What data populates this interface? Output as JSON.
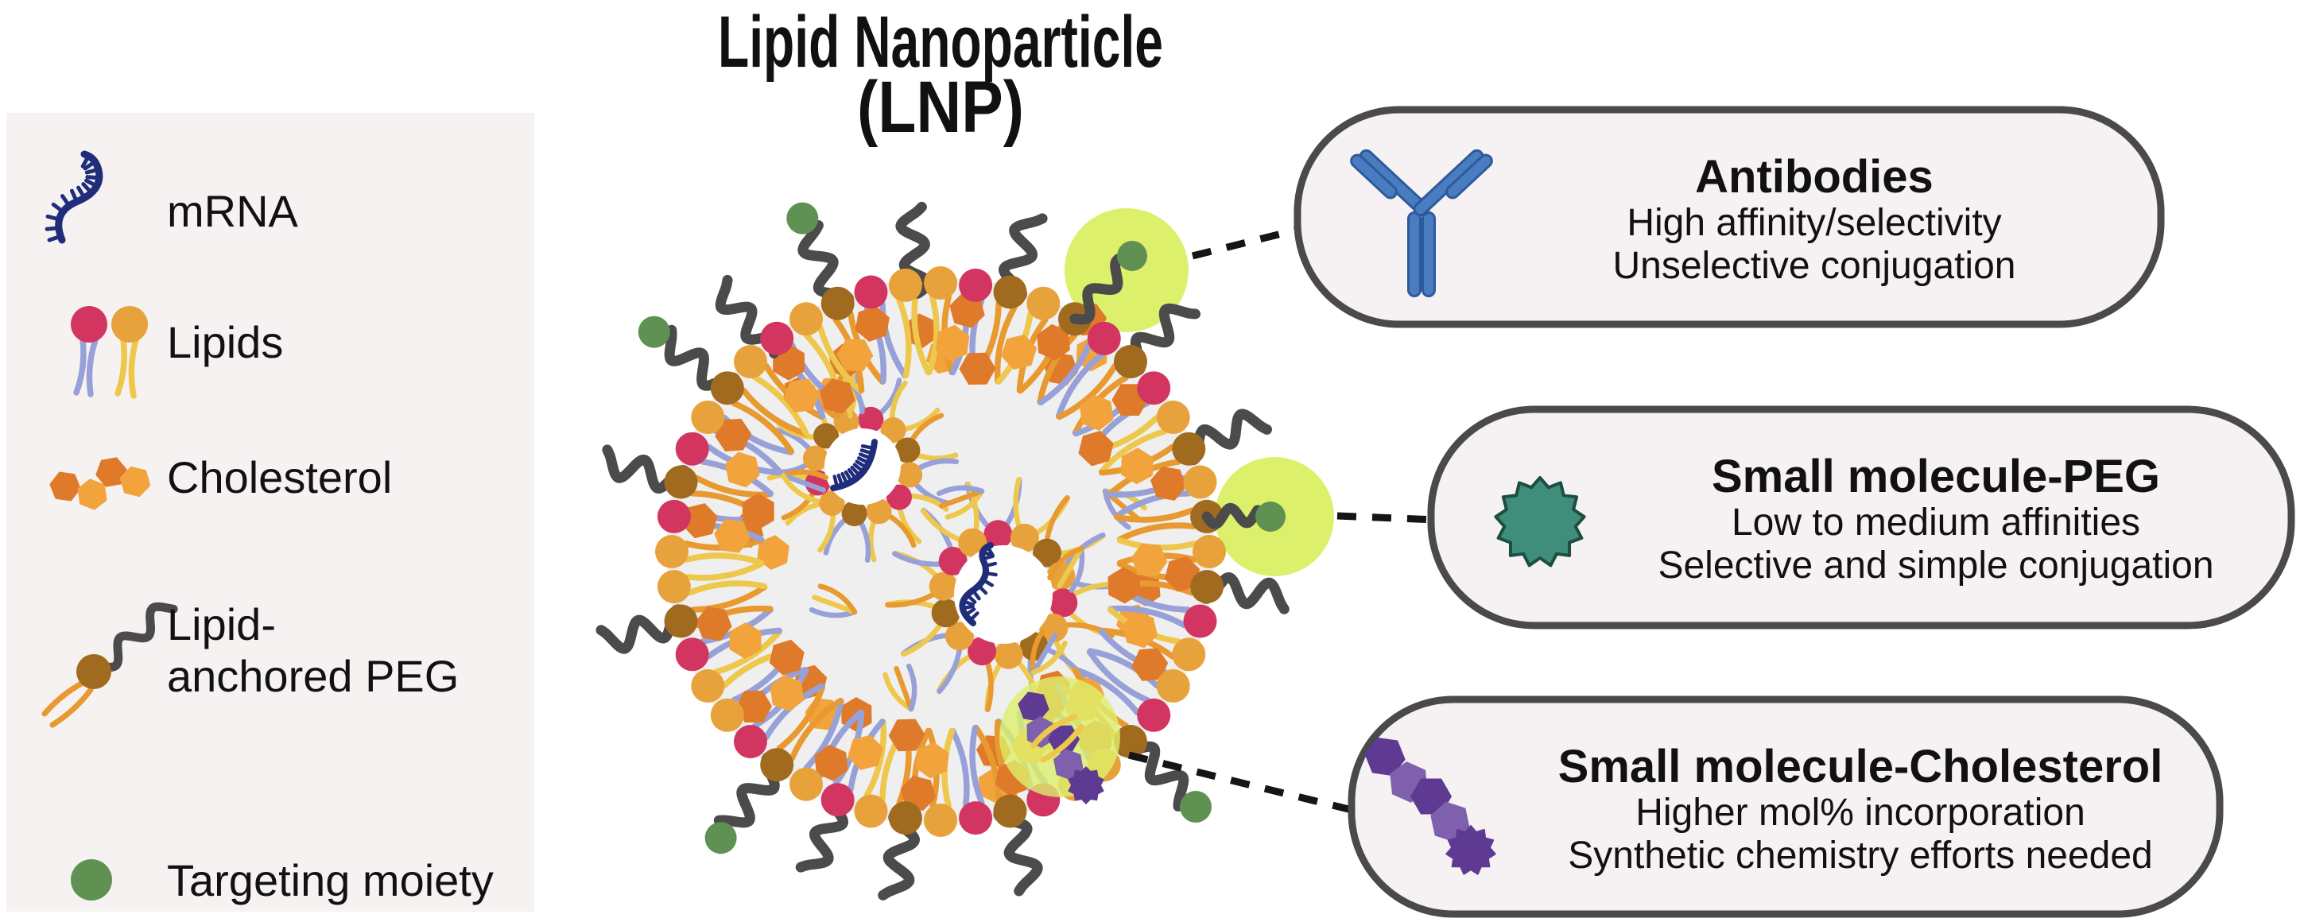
{
  "title": {
    "line1": "Lipid Nanoparticle",
    "line2": "(LNP)"
  },
  "legend": {
    "items": [
      {
        "label": "mRNA",
        "icon": "mrna-icon"
      },
      {
        "label": "Lipids",
        "icon": "lipids-icon"
      },
      {
        "label": "Cholesterol",
        "icon": "cholesterol-icon"
      },
      {
        "label_line1": "Lipid-",
        "label_line2": "anchored PEG",
        "icon": "lipid-anchored-peg-icon"
      },
      {
        "label": "Targeting moiety",
        "icon": "targeting-moiety-icon"
      }
    ]
  },
  "callouts": [
    {
      "title": "Antibodies",
      "line1": "High affinity/selectivity",
      "line2": "Unselective conjugation",
      "icon": "antibody-icon"
    },
    {
      "title": "Small molecule-PEG",
      "line1": "Low to medium affinities",
      "line2": "Selective and simple conjugation",
      "icon": "teal-starburst-icon"
    },
    {
      "title": "Small molecule-Cholesterol",
      "line1": "Higher mol% incorporation",
      "line2": "Synthetic chemistry efforts needed",
      "icon": "purple-hexachain-icon"
    }
  ],
  "colors": {
    "background": "#ffffff",
    "legendBg": "#f7f2f2",
    "core": "#efefef",
    "headOrange": "#e8a23b",
    "headBrown": "#a16b1f",
    "headCrimson": "#d23660",
    "tailPeriwinkle": "#97a1d8",
    "tailYellow": "#eec84d",
    "tailOrange": "#e8992f",
    "cholDark": "#e07a2b",
    "cholLight": "#f2a33c",
    "peg": "#4b4b4b",
    "moietyGreen": "#5f9152",
    "mrnaNavy": "#1f2d7a",
    "highlight": "#ddf06b",
    "boxFill": "#f6f1f2",
    "boxStroke": "#4a4a4a",
    "dash": "#151515",
    "antibodyBlue": "#4a7cc0",
    "antibodyDark": "#2d5a9c",
    "tealStar": "#3e8e7b",
    "tealStarDark": "#1c4f41",
    "purpleDark": "#5e3a92",
    "purpleMid": "#7f60ad",
    "textDark": "#111111"
  }
}
